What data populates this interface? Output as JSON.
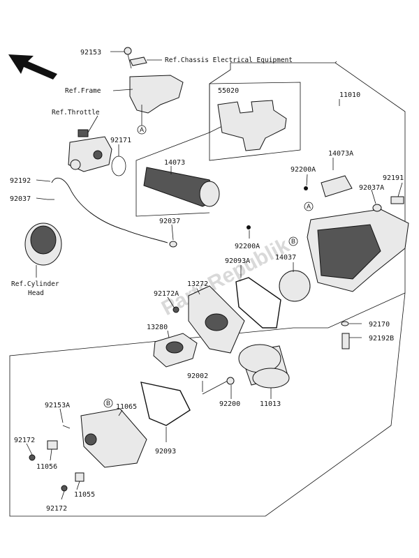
{
  "watermark": "PartsRepublik",
  "references": {
    "chassis": "Ref.Chassis Electrical Equipment",
    "frame": "Ref.Frame",
    "throttle": "Ref.Throttle",
    "cylinder_line1": "Ref.Cylinder",
    "cylinder_line2": "Head"
  },
  "callouts": {
    "a": "A",
    "b": "B"
  },
  "parts": {
    "p92153": "92153",
    "p11010": "11010",
    "p55020": "55020",
    "p92171": "92171",
    "p14073": "14073",
    "p14073A": "14073A",
    "p92200A_top": "92200A",
    "p92191": "92191",
    "p92037A": "92037A",
    "p92192": "92192",
    "p92037_left": "92037",
    "p92037_mid": "92037",
    "p92200A_mid": "92200A",
    "p92093A": "92093A",
    "p14037": "14037",
    "p13272": "13272",
    "p92172A": "92172A",
    "p13280": "13280",
    "p92170": "92170",
    "p92192B": "92192B",
    "p92002": "92002",
    "p92200": "92200",
    "p11013": "11013",
    "p92153A": "92153A",
    "p11065": "11065",
    "p92172_left": "92172",
    "p11056": "11056",
    "p92093": "92093",
    "p11055": "11055",
    "p92172_bottom": "92172"
  }
}
